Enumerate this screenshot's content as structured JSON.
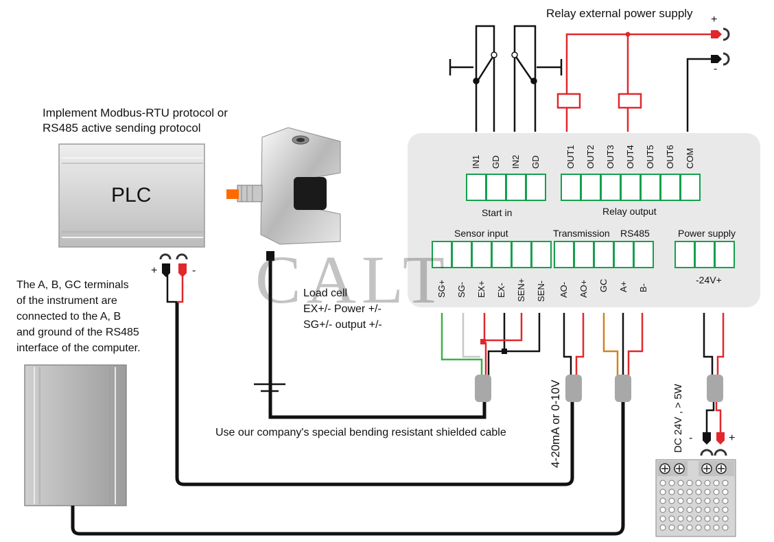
{
  "diagram": {
    "plc": {
      "heading": "Implement Modbus-RTU protocol or\nRS485 active sending protocol",
      "label": "PLC"
    },
    "computer_note": "The A, B, GC terminals\nof the instrument are\nconnected to the A, B\nand ground of the RS485\ninterface of the computer.",
    "load_cell_note": "Load cell\nEX+/- Power +/-\nSG+/- output +/-",
    "cable_note": "Use our company's special bending resistant shielded cable",
    "transmission_note": "4-20mA or 0-10V",
    "power_note": "DC 24V , > 5W",
    "relay_supply_label": "Relay external power supply",
    "watermark": "CALT",
    "plc_polarity": {
      "plus": "+",
      "minus": "-"
    },
    "relay_polarity": {
      "plus": "+",
      "minus": "-"
    },
    "supply_polarity": {
      "plus": "+",
      "minus": "-"
    },
    "top_terminals": [
      "IN1",
      "GD",
      "IN2",
      "GD",
      "OUT1",
      "OUT2",
      "OUT3",
      "OUT4",
      "OUT5",
      "OUT6",
      "COM"
    ],
    "top_groups": {
      "start_in": "Start in",
      "relay_output": "Relay output"
    },
    "bottom_groups": {
      "sensor_input": "Sensor input",
      "transmission": "Transmission",
      "rs485": "RS485",
      "power_supply": "Power supply"
    },
    "bottom_terminals": [
      "SG+",
      "SG-",
      "EX+",
      "EX-",
      "SEN+",
      "SEN-",
      "AO-",
      "AO+",
      "GC",
      "A+",
      "B-"
    ],
    "power_terminal_label": "-24V+",
    "colors": {
      "terminal_green": "#14a04c",
      "wire_red": "#e0282c",
      "wire_black": "#111111",
      "wire_green": "#3cb04c",
      "wire_orange": "#d4821a",
      "panel_gray": "#e9e9e9"
    }
  }
}
